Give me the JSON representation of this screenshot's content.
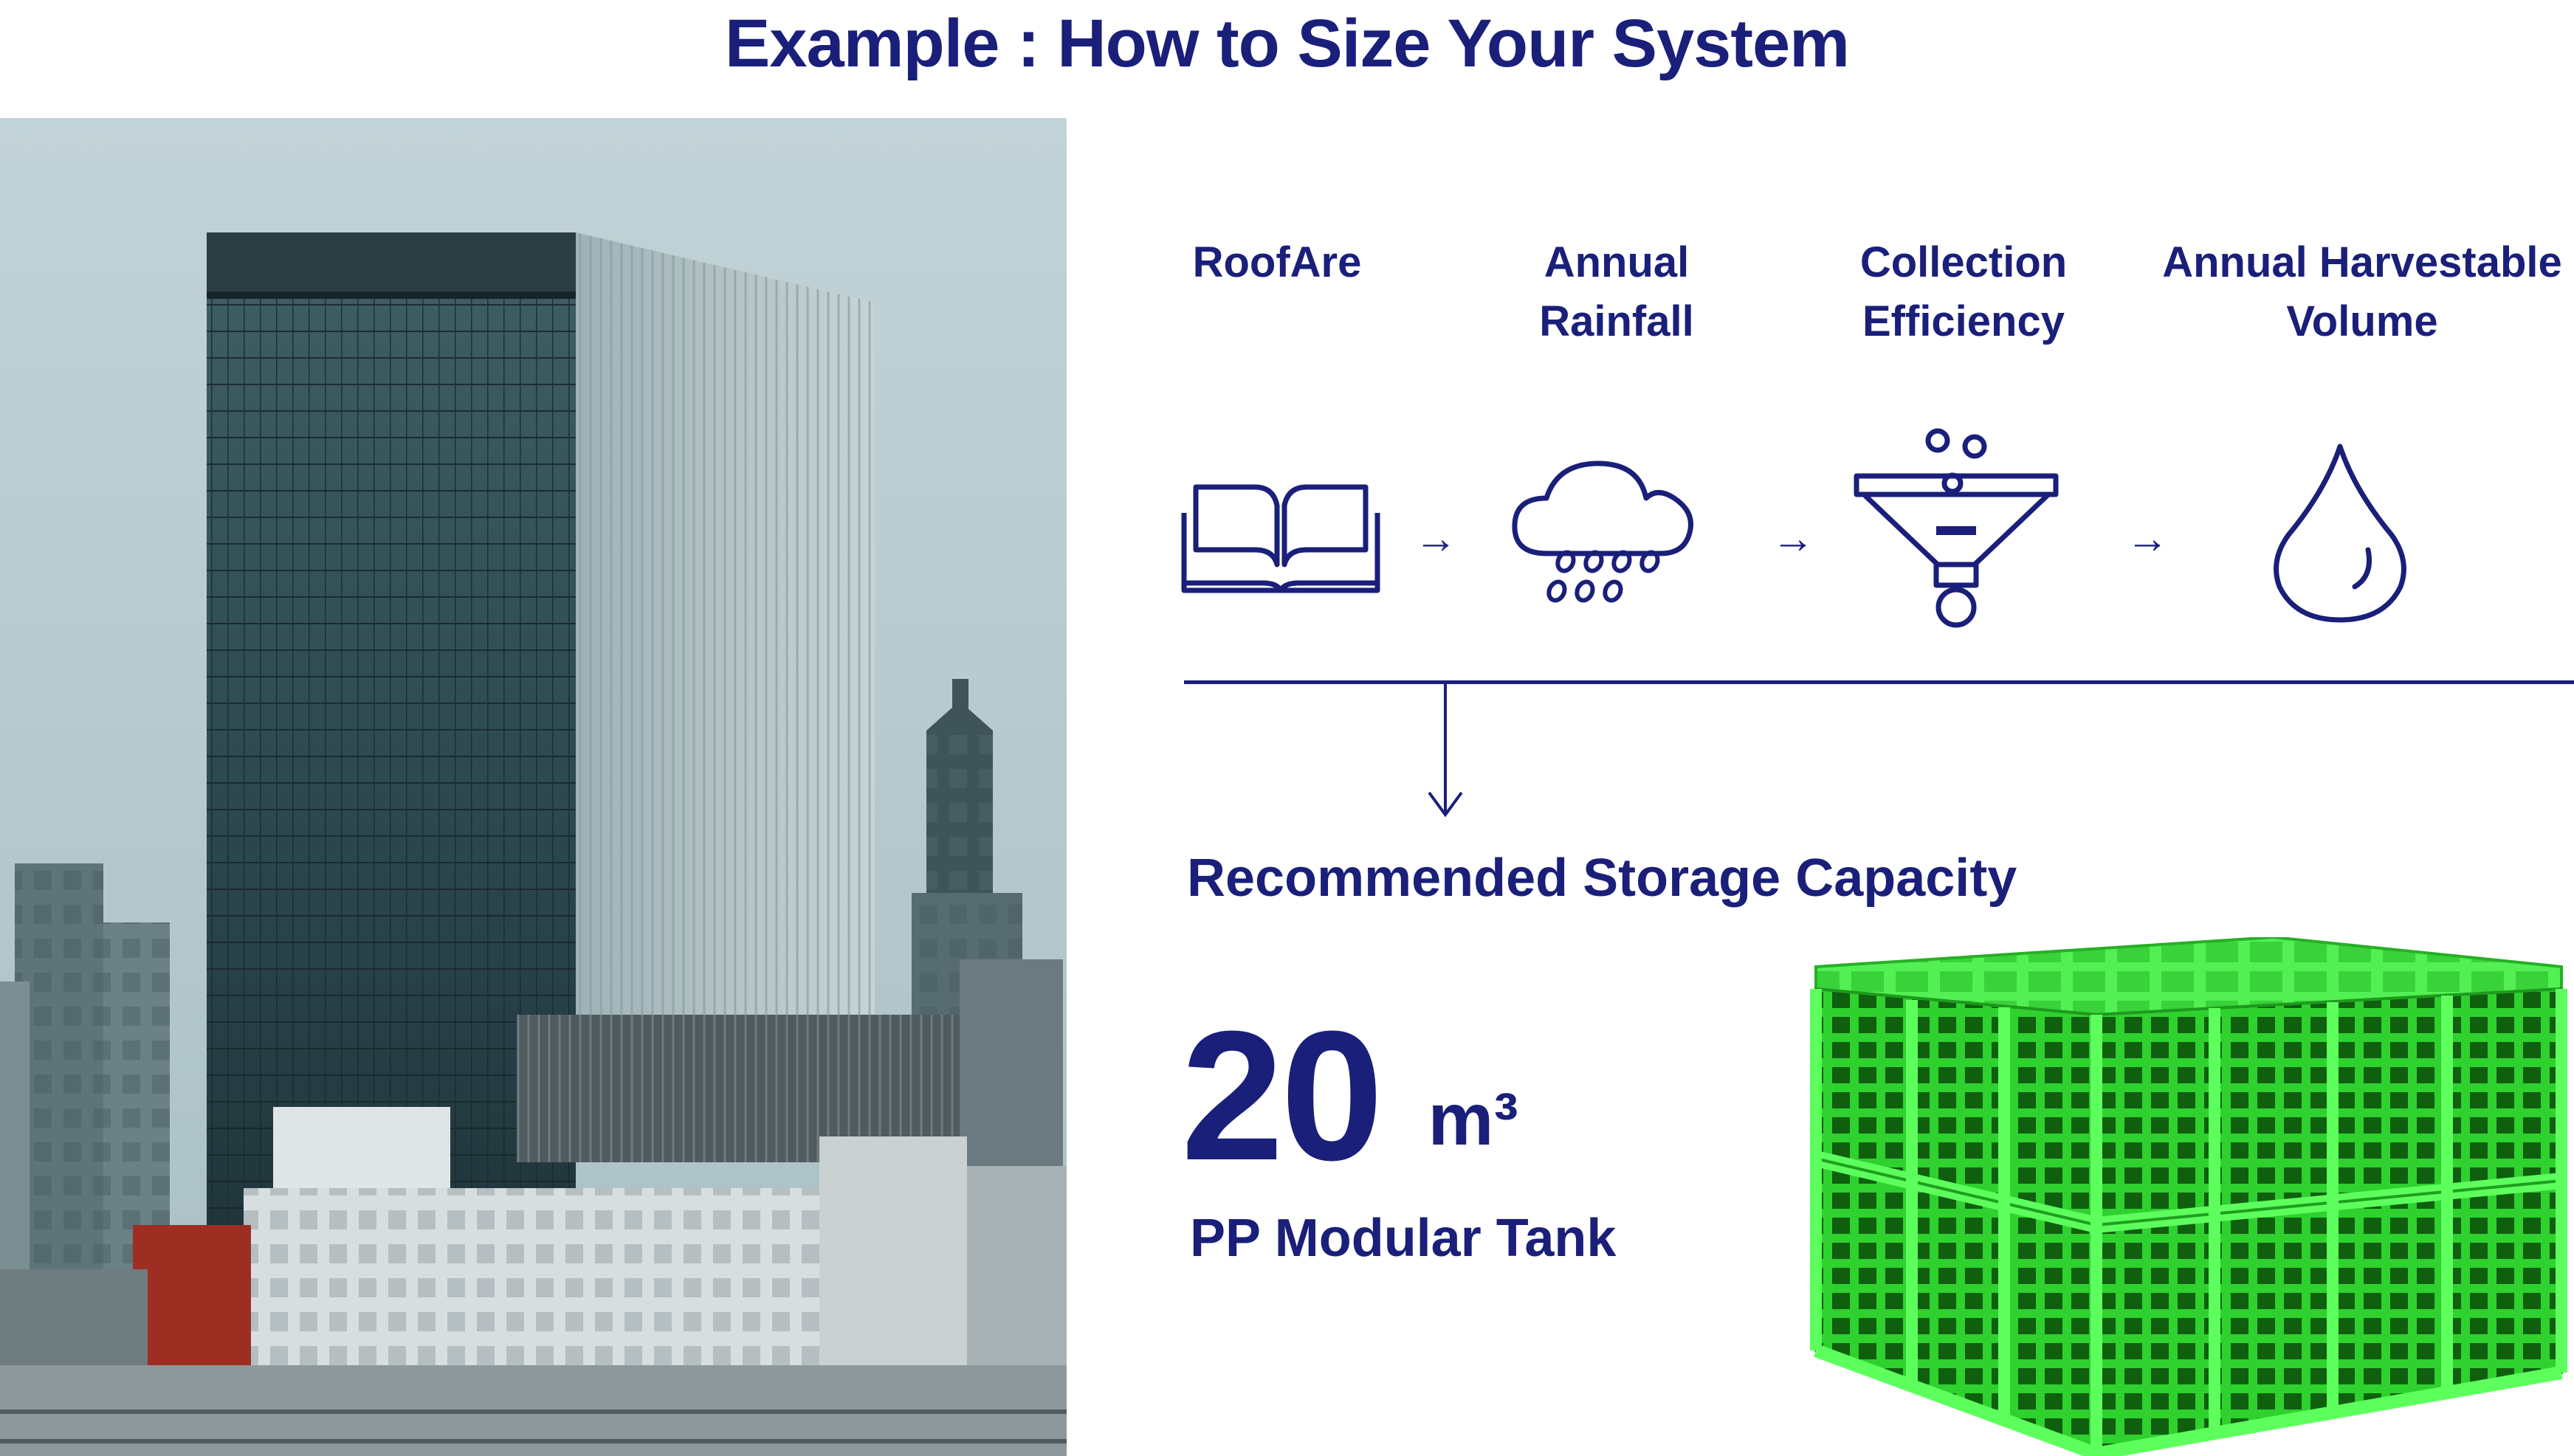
{
  "title": "Example : How to Size Your System",
  "steps": [
    {
      "line1": "RoofAre",
      "line2": "",
      "icon": "book-roof-icon"
    },
    {
      "line1": "Annual",
      "line2": "Rainfall",
      "icon": "rain-cloud-icon"
    },
    {
      "line1": "Collection",
      "line2": "Efficiency",
      "icon": "funnel-filter-icon"
    },
    {
      "line1": "Annual Harvestable",
      "line2": "Volume",
      "icon": "water-drop-icon"
    }
  ],
  "arrow_glyph": "→",
  "result": {
    "heading": "Recommended Storage Capacity",
    "value": "20",
    "unit": "m³",
    "tank_type": "PP Modular Tank"
  },
  "colors": {
    "brand_navy": "#1a1f7a",
    "tank_green": "#3ee83e",
    "sky": "#b9ccd1"
  }
}
